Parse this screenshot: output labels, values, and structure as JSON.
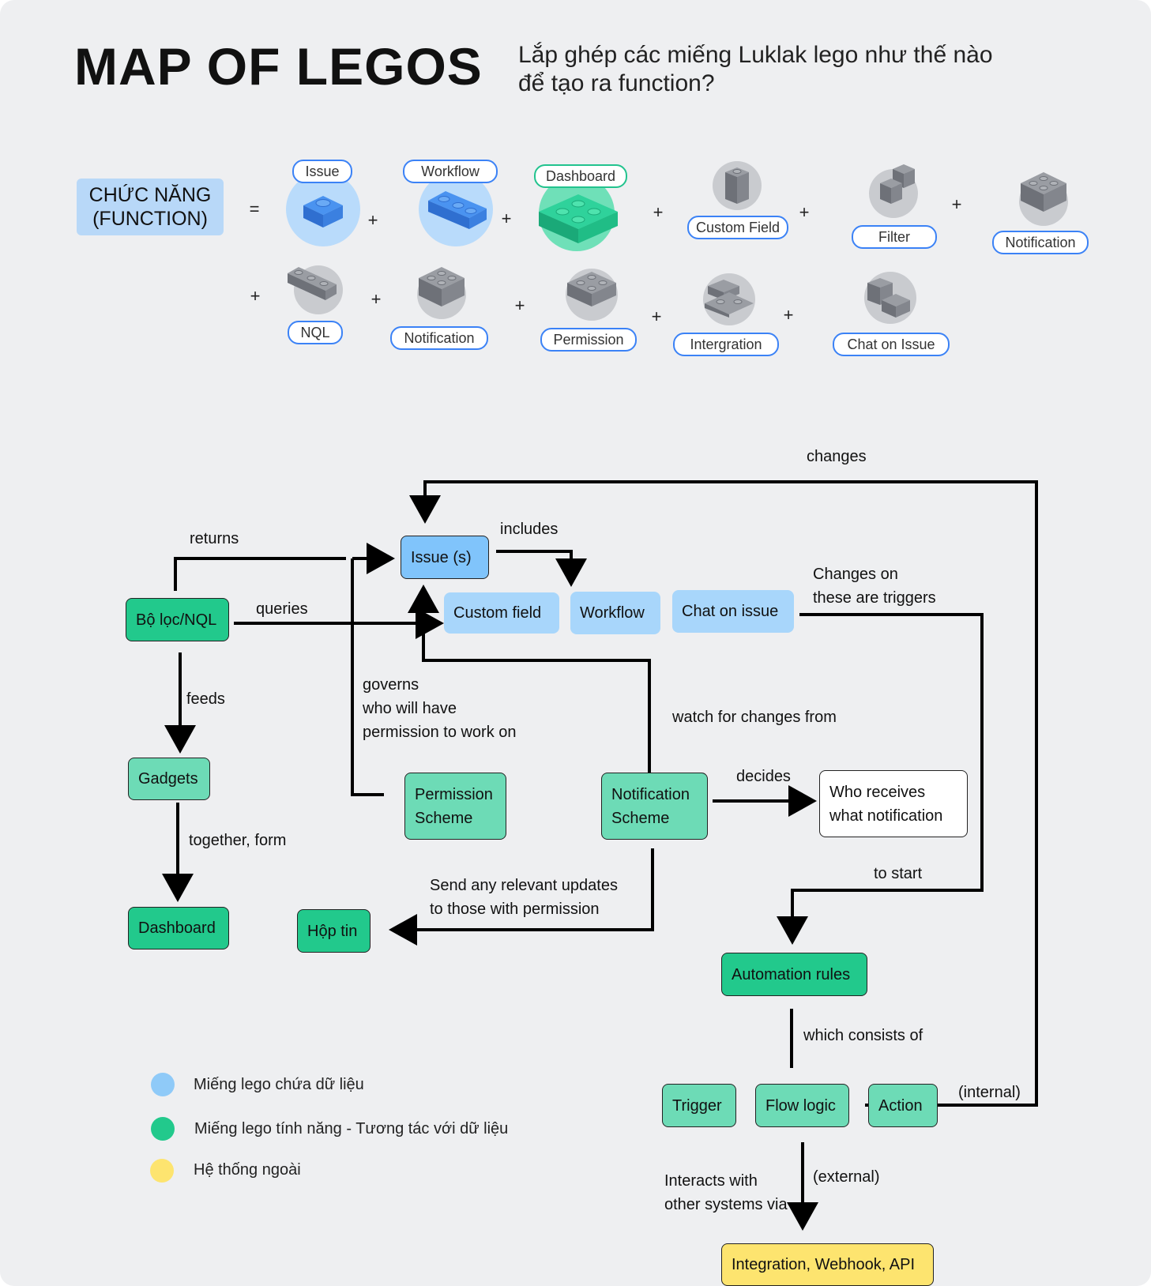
{
  "header": {
    "title": "MAP OF LEGOS",
    "subtitle": "Lắp ghép các miếng Luklak lego như thế nào để tạo ra function?"
  },
  "equation": {
    "function_label_1": "CHỨC NĂNG",
    "function_label_2": "(FUNCTION)",
    "equals": "=",
    "plus": "+",
    "legos": [
      {
        "label": "Issue",
        "kind": "data"
      },
      {
        "label": "Workflow",
        "kind": "data"
      },
      {
        "label": "Dashboard",
        "kind": "feature"
      },
      {
        "label": "Custom Field",
        "kind": "other"
      },
      {
        "label": "Filter",
        "kind": "other"
      },
      {
        "label": "Notification",
        "kind": "other"
      },
      {
        "label": "NQL",
        "kind": "other"
      },
      {
        "label": "Notification",
        "kind": "other"
      },
      {
        "label": "Permission",
        "kind": "other"
      },
      {
        "label": "Intergration",
        "kind": "other"
      },
      {
        "label": "Chat on Issue",
        "kind": "other"
      }
    ]
  },
  "diagram": {
    "nodes": {
      "issues": "Issue (s)",
      "custom_field": "Custom field",
      "workflow": "Workflow",
      "chat_on_issue": "Chat on issue",
      "filter_nql": "Bộ lọc/NQL",
      "gadgets": "Gadgets",
      "dashboard": "Dashboard",
      "hop_tin": "Hộp tin",
      "permission_scheme_1": "Permission",
      "permission_scheme_2": "Scheme",
      "notification_scheme_1": "Notification",
      "notification_scheme_2": "Scheme",
      "who_receives_1": "Who receives",
      "who_receives_2": "what notification",
      "automation_rules": "Automation rules",
      "trigger": "Trigger",
      "flow_logic": "Flow logic",
      "action": "Action",
      "integration": "Integration, Webhook, API"
    },
    "labels": {
      "changes": "changes",
      "includes": "includes",
      "returns": "returns",
      "queries": "queries",
      "feeds": "feeds",
      "together_form": "together, form",
      "governs_1": "governs",
      "governs_2": "who will have",
      "governs_3": "permission to work on",
      "watch_for_changes": "watch for changes from",
      "changes_on_1": "Changes on",
      "changes_on_2": "these are triggers",
      "decides": "decides",
      "to_start": "to start",
      "send_updates_1": "Send any relevant updates",
      "send_updates_2": "to those with permission",
      "which_consists_of": "which consists of",
      "internal": "(internal)",
      "external": "(external)",
      "interacts_1": "Interacts with",
      "interacts_2": "other systems via"
    }
  },
  "legend": {
    "items": [
      {
        "label": "Miếng lego chứa dữ liệu",
        "color": "#8fcaf8"
      },
      {
        "label": "Miếng lego tính năng - Tương tác với dữ liệu",
        "color": "#22c98c"
      },
      {
        "label": "Hệ thống ngoài",
        "color": "#fde46f"
      }
    ]
  }
}
